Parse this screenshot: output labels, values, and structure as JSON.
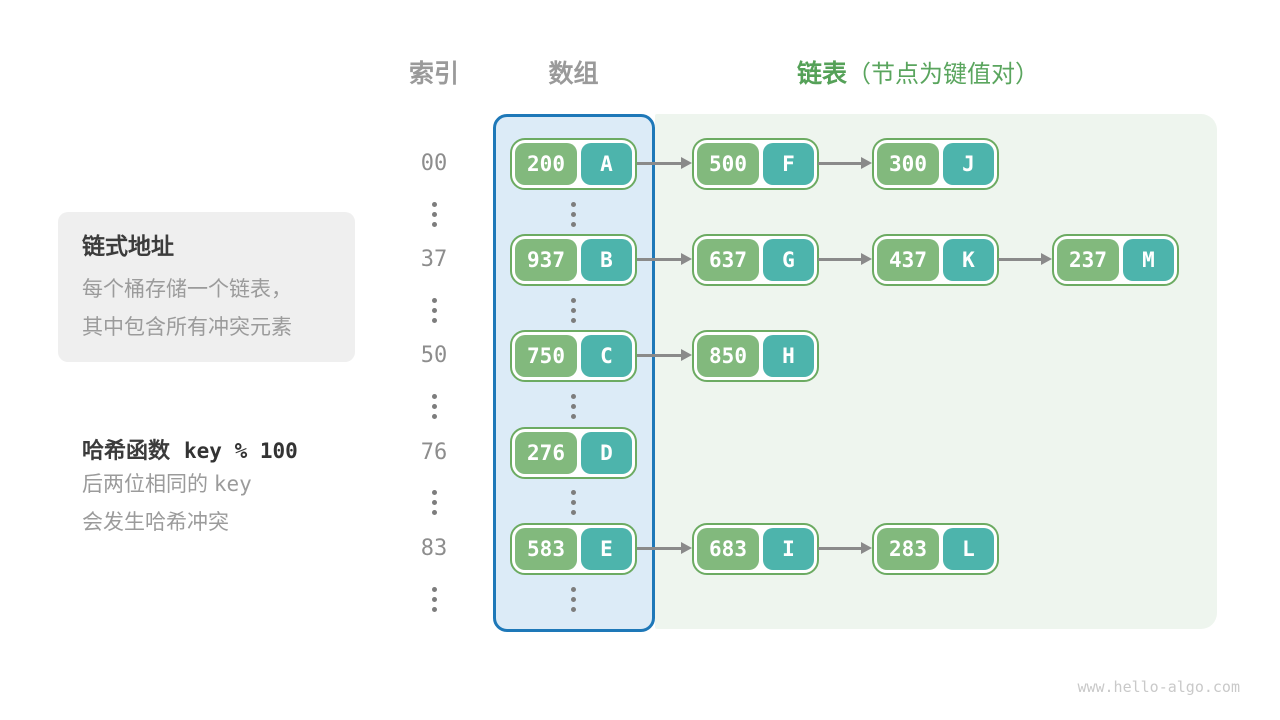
{
  "headers": {
    "index": "索引",
    "array": "数组",
    "list": "链表",
    "list_note": "（节点为键值对）"
  },
  "info_box": {
    "title": "链式地址",
    "line1": "每个桶存储一个链表，",
    "line2": "其中包含所有冲突元素"
  },
  "hash_note": {
    "title_zh": "哈希函数",
    "title_code": "key % 100",
    "line1_text": "后两位相同的",
    "line1_code": "key",
    "line2": "会发生哈希冲突"
  },
  "rows": [
    {
      "index": "00",
      "array": {
        "key": "200",
        "value": "A"
      },
      "chain": [
        {
          "key": "500",
          "value": "F"
        },
        {
          "key": "300",
          "value": "J"
        }
      ]
    },
    {
      "index": "37",
      "array": {
        "key": "937",
        "value": "B"
      },
      "chain": [
        {
          "key": "637",
          "value": "G"
        },
        {
          "key": "437",
          "value": "K"
        },
        {
          "key": "237",
          "value": "M"
        }
      ]
    },
    {
      "index": "50",
      "array": {
        "key": "750",
        "value": "C"
      },
      "chain": [
        {
          "key": "850",
          "value": "H"
        }
      ]
    },
    {
      "index": "76",
      "array": {
        "key": "276",
        "value": "D"
      },
      "chain": []
    },
    {
      "index": "83",
      "array": {
        "key": "583",
        "value": "E"
      },
      "chain": [
        {
          "key": "683",
          "value": "I"
        },
        {
          "key": "283",
          "value": "L"
        }
      ]
    }
  ],
  "colors": {
    "node_key_bg": "#82b97d",
    "node_value_bg": "#4db4ac",
    "node_border": "#6cab62",
    "array_box_border": "#1e78b8",
    "array_box_bg": "#dcebf7",
    "list_area_bg": "#eef5ee",
    "header_green": "#55a158",
    "header_gray": "#9a9a9a",
    "arrow_gray": "#8a8a8a"
  },
  "watermark": "www.hello-algo.com"
}
